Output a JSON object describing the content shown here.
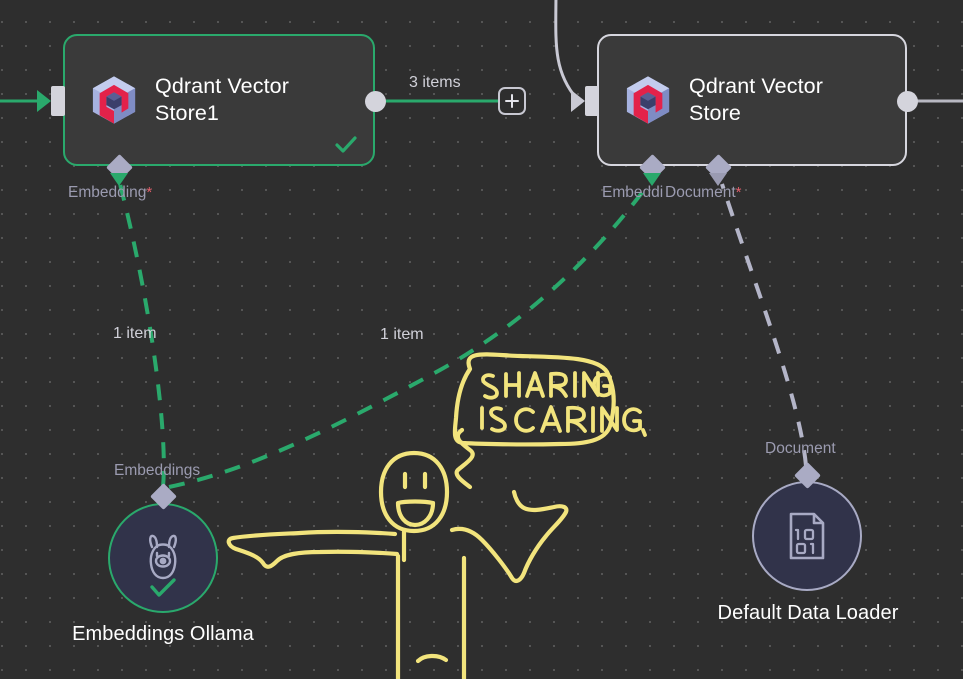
{
  "canvas": {
    "background_color": "#2e2e2e",
    "grid_dot_color": "#555555",
    "grid_spacing": 24
  },
  "colors": {
    "accent_green": "#2aa96c",
    "idle_border": "#d6d6de",
    "port_diamond": "#aaabc4",
    "required_star": "#e4606d",
    "doodle_yellow": "#f2e47d",
    "qdrant_red": "#e3224a",
    "qdrant_blue": "#a6b2e0",
    "node_fill": "#3a3a3a",
    "circle_fill": "#31334a"
  },
  "nodes": [
    {
      "id": "qdrant-vector-store-1",
      "title": "Qdrant Vector Store1",
      "icon": "qdrant-logo-icon",
      "state": "success",
      "status_icon": "check-icon",
      "ports": [
        {
          "name": "Embedding",
          "required": true,
          "side": "bottom",
          "connected": true
        }
      ]
    },
    {
      "id": "qdrant-vector-store",
      "title": "Qdrant Vector Store",
      "icon": "qdrant-logo-icon",
      "state": "idle",
      "status_icon": null,
      "ports": [
        {
          "name": "Embeddi",
          "required": false,
          "side": "bottom",
          "connected": true
        },
        {
          "name": "Document",
          "required": true,
          "side": "bottom",
          "connected": true
        }
      ]
    },
    {
      "id": "embeddings-ollama",
      "title": "Embeddings Ollama",
      "icon": "llama-icon",
      "state": "success",
      "status_icon": "check-icon",
      "ports": [
        {
          "name": "Embeddings",
          "required": false,
          "side": "top",
          "connected": true
        }
      ]
    },
    {
      "id": "default-data-loader",
      "title": "Default Data Loader",
      "icon": "binary-document-icon",
      "state": "idle",
      "status_icon": null,
      "ports": [
        {
          "name": "Document",
          "required": false,
          "side": "top",
          "connected": true
        }
      ]
    }
  ],
  "edges": [
    {
      "id": "edge-store1-to-store",
      "label": "3 items",
      "style": "solid",
      "color": "#2aa96c",
      "has_add_button": true
    },
    {
      "id": "edge-ollama-to-store1",
      "label": "1 item",
      "style": "dashed",
      "color": "#2aa96c",
      "has_add_button": false
    },
    {
      "id": "edge-ollama-to-store",
      "label": "1 item",
      "style": "dashed",
      "color": "#2aa96c",
      "has_add_button": false
    },
    {
      "id": "edge-loader-to-store",
      "label": "",
      "style": "dashed",
      "color": "#b4b5c8",
      "has_add_button": false
    },
    {
      "id": "edge-incoming-left",
      "label": "",
      "style": "solid",
      "color": "#2aa96c",
      "has_add_button": false
    },
    {
      "id": "edge-incoming-top",
      "label": "",
      "style": "solid",
      "color": "#c9c9d4",
      "has_add_button": false
    },
    {
      "id": "edge-outgoing-right",
      "label": "",
      "style": "solid",
      "color": "#b8b8c2",
      "has_add_button": false
    }
  ],
  "buttons": {
    "add_node_label": "+"
  },
  "annotation": {
    "type": "hand-drawn-doodle",
    "speech_bubble_lines": [
      "SHARING",
      "IS CARING."
    ],
    "figure": "stick-figure-pointing"
  }
}
